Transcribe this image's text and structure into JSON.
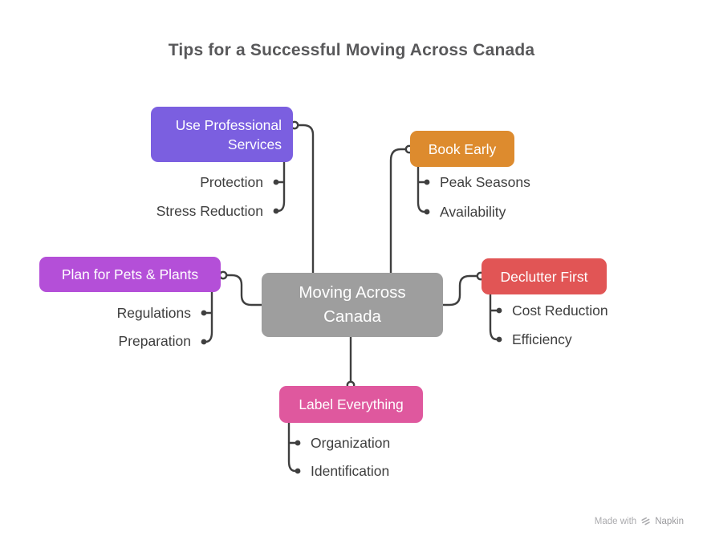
{
  "title": "Tips for a Successful Moving Across Canada",
  "mindmap": {
    "center": {
      "label": "Moving Across Canada",
      "color": "#9E9E9E"
    },
    "branches": [
      {
        "label": "Use Professional Services",
        "color": "#7B5FE0",
        "children": [
          "Protection",
          "Stress Reduction"
        ]
      },
      {
        "label": "Book Early",
        "color": "#DD8B2E",
        "children": [
          "Peak Seasons",
          "Availability"
        ]
      },
      {
        "label": "Plan for Pets & Plants",
        "color": "#B44FD8",
        "children": [
          "Regulations",
          "Preparation"
        ]
      },
      {
        "label": "Declutter First",
        "color": "#E15555",
        "children": [
          "Cost Reduction",
          "Efficiency"
        ]
      },
      {
        "label": "Label Everything",
        "color": "#DF589E",
        "children": [
          "Organization",
          "Identification"
        ]
      }
    ],
    "line_color": "#3F3F3F",
    "child_text_color": "#3E3E3E"
  },
  "watermark": {
    "prefix": "Made with",
    "brand": "Napkin"
  }
}
